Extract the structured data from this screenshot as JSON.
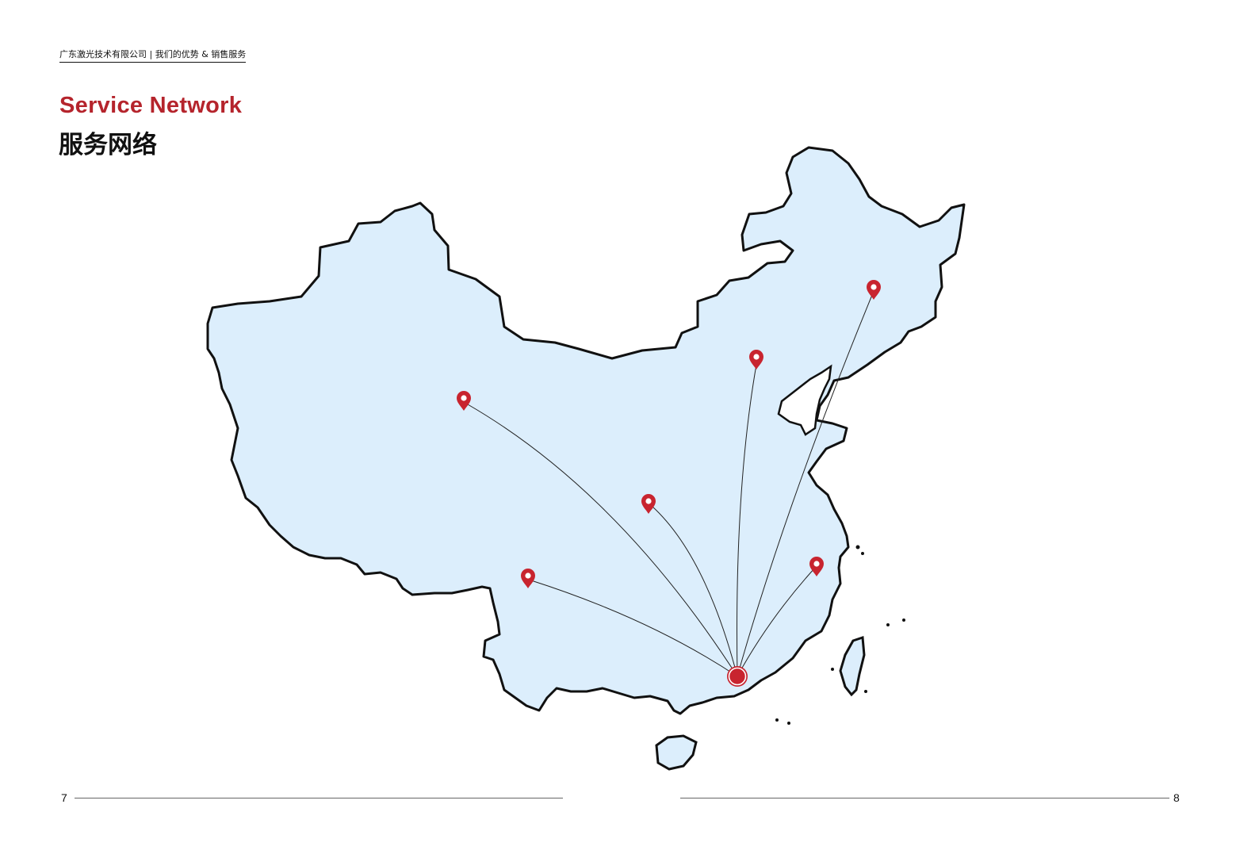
{
  "header": {
    "company": "广东激光技术有限公司",
    "separator": "|",
    "section": "我们的优势 & 销售服务"
  },
  "title": {
    "en": "Service Network",
    "cn": "服务网络"
  },
  "map": {
    "region_icon": "china-map-outline",
    "fill_color": "#dceefc",
    "outline_color": "#111111",
    "marker_color": "#c8242f",
    "hub_icon": "headquarters-target-icon",
    "marker_icon": "location-pin-icon",
    "marker_count": 7
  },
  "footer": {
    "left_page": "7",
    "right_page": "8"
  }
}
